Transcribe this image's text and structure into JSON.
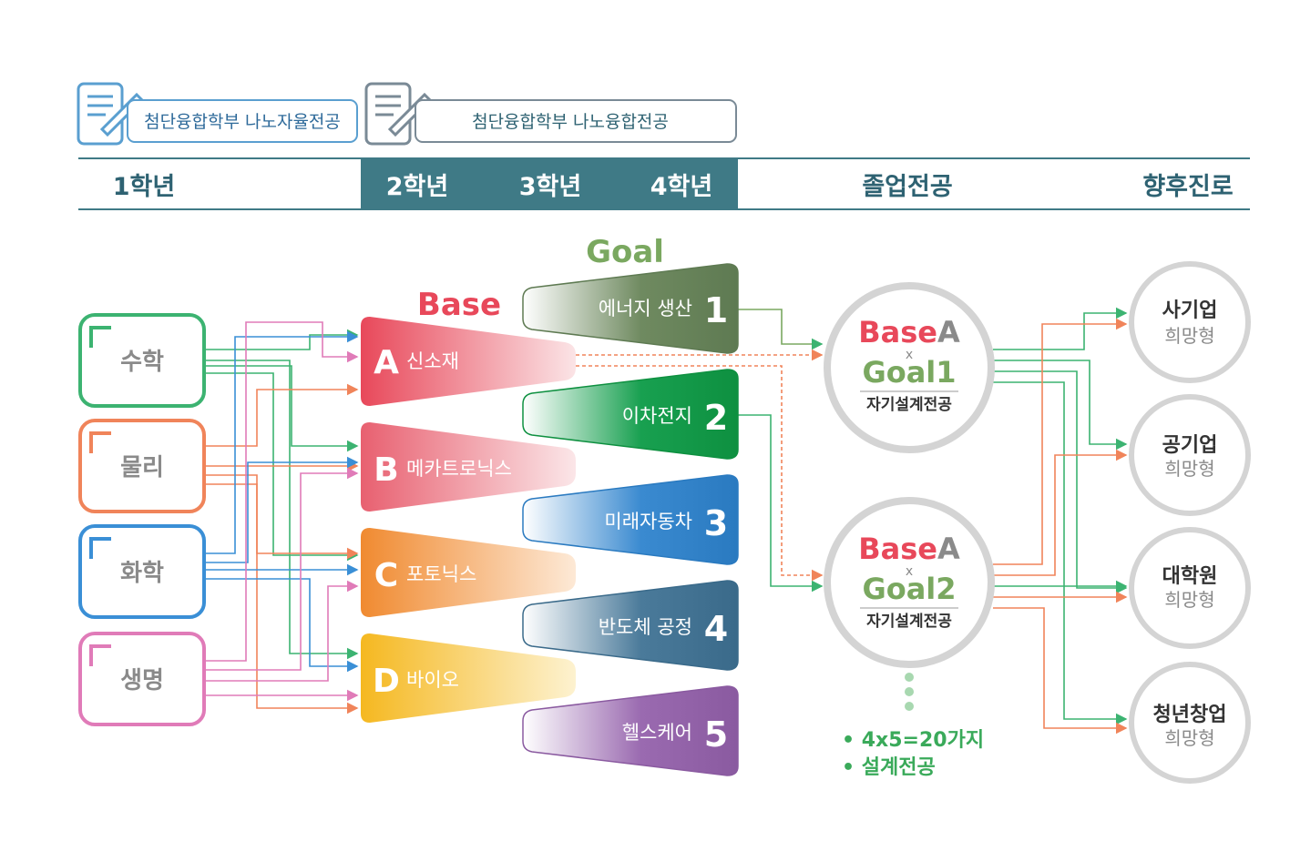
{
  "header": {
    "scroll1_label": "첨단융합학부 나노자율전공",
    "scroll2_label": "첨단융합학부 나노융합전공",
    "col_year1": "1학년",
    "col_year2": "2학년",
    "col_year3": "3학년",
    "col_year4": "4학년",
    "col_major": "졸업전공",
    "col_career": "향후진로"
  },
  "subjects": [
    {
      "label": "수학",
      "color": "#3cb371"
    },
    {
      "label": "물리",
      "color": "#f0845a"
    },
    {
      "label": "화학",
      "color": "#3a8fd6"
    },
    {
      "label": "생명",
      "color": "#e07bb8"
    }
  ],
  "base": {
    "title": "Base",
    "title_color": "#e8485a",
    "items": [
      {
        "letter": "A",
        "label": "신소재",
        "color": "#e8485a"
      },
      {
        "letter": "B",
        "label": "메카트로닉스",
        "color": "#e86070"
      },
      {
        "letter": "C",
        "label": "포토닉스",
        "color": "#f08a30"
      },
      {
        "letter": "D",
        "label": "바이오",
        "color": "#f5b820"
      }
    ]
  },
  "goal": {
    "title": "Goal",
    "title_color": "#7aa860",
    "items": [
      {
        "number": "1",
        "label": "에너지 생산",
        "color": "#6f8a60"
      },
      {
        "number": "2",
        "label": "이차전지",
        "color": "#18a050"
      },
      {
        "number": "3",
        "label": "미래자동차",
        "color": "#3a8ad0"
      },
      {
        "number": "4",
        "label": "반도체 공정",
        "color": "#4a7a9a"
      },
      {
        "number": "5",
        "label": "헬스케어",
        "color": "#9a6ab0"
      }
    ]
  },
  "majors": [
    {
      "base_word": "Base",
      "base_letter": "A",
      "x_mark": "x",
      "goal_word": "Goal",
      "goal_number": "1",
      "caption": "자기설계전공"
    },
    {
      "base_word": "Base",
      "base_letter": "A",
      "x_mark": "x",
      "goal_word": "Goal",
      "goal_number": "2",
      "caption": "자기설계전공"
    }
  ],
  "notes": [
    "• 4x5=20가지",
    "• 설계전공"
  ],
  "careers": [
    {
      "line1": "사기업",
      "line2": "희망형"
    },
    {
      "line1": "공기업",
      "line2": "희망형"
    },
    {
      "line1": "대학원",
      "line2": "희망형"
    },
    {
      "line1": "청년창업",
      "line2": "희망형"
    }
  ],
  "colors": {
    "header_band": "#3f7a86",
    "header_text_dark": "#2e6272",
    "line_green": "#3cb371",
    "line_orange": "#f0845a",
    "line_blue": "#3a8fd6",
    "line_pink": "#e07bb8",
    "note_green": "#3aaa5a"
  }
}
